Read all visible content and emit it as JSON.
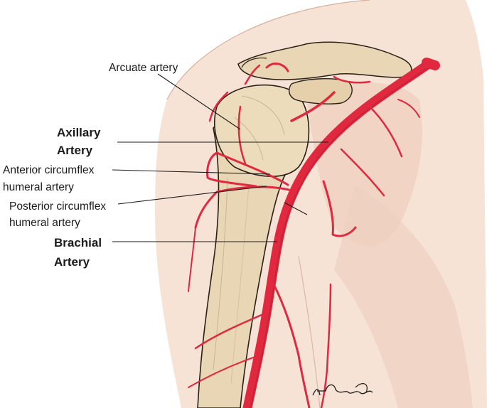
{
  "labels": {
    "arcuate": "Arcuate artery",
    "axillary_line1": "Axillary",
    "axillary_line2": "Artery",
    "ant_circ_line1": "Anterior circumflex",
    "ant_circ_line2": "humeral artery",
    "post_circ_line1": "Posterior circumflex",
    "post_circ_line2": "humeral artery",
    "brachial_line1": "Brachial",
    "brachial_line2": "Artery"
  },
  "signature": "H.Frank Gerold",
  "colors": {
    "skin": "#f7e3d6",
    "skin_shadow": "#eccbb9",
    "bone": "#e9d6b4",
    "bone_outline": "#2a2018",
    "artery": "#e0283f",
    "artery_dark": "#b8192e"
  }
}
